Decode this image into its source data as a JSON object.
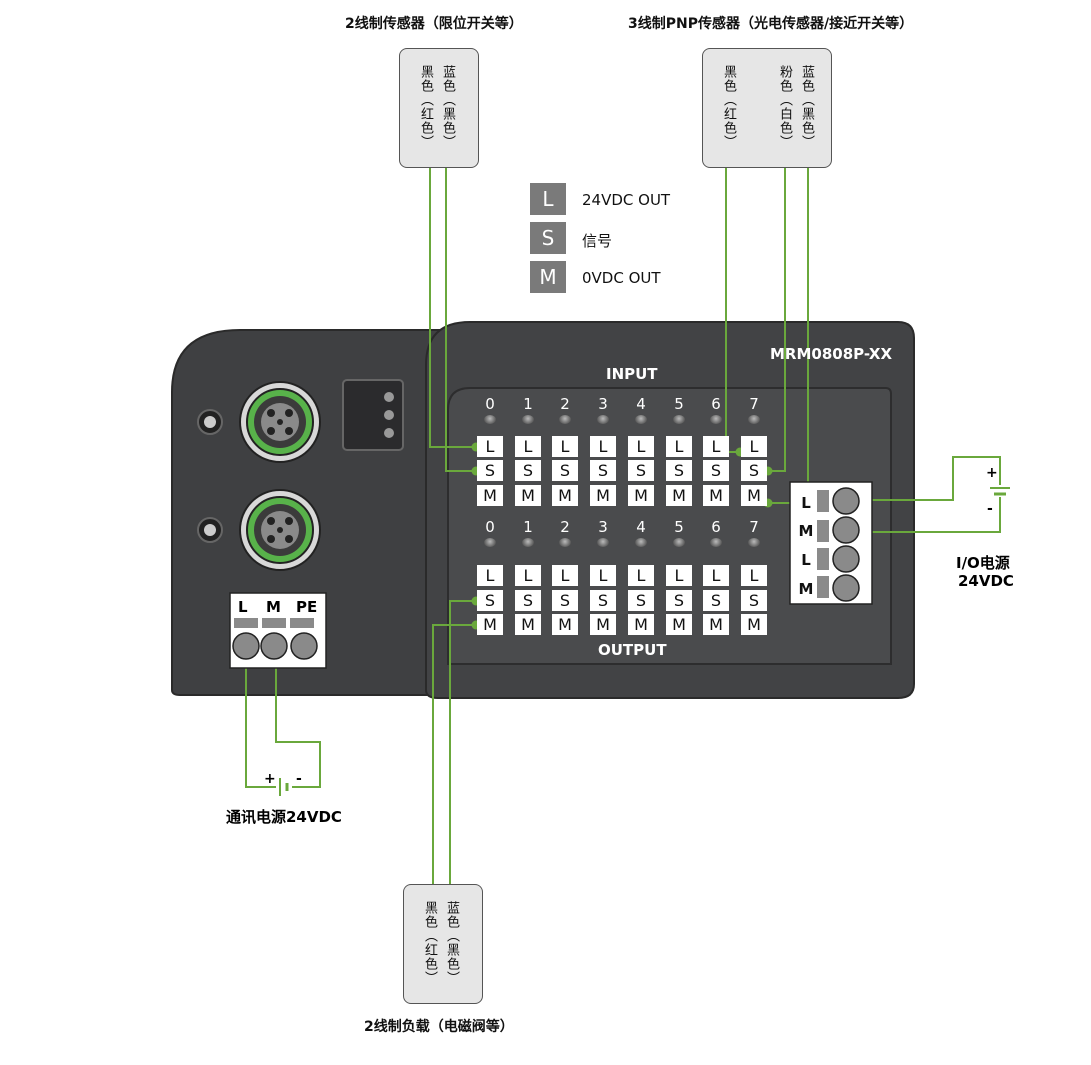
{
  "labels": {
    "two_wire_sensor": "2线制传感器（限位开关等）",
    "three_wire_sensor": "3线制PNP传感器（光电传感器/接近开关等）",
    "two_wire_load": "2线制负载（电磁阀等）",
    "comm_power": "通讯电源24VDC",
    "io_power_line1": "I/O电源",
    "io_power_line2": "24VDC",
    "model": "MRM0808P-XX",
    "input": "INPUT",
    "output": "OUTPUT"
  },
  "legend": [
    {
      "key": "L",
      "text": "24VDC OUT"
    },
    {
      "key": "S",
      "text": "信号"
    },
    {
      "key": "M",
      "text": "0VDC OUT"
    }
  ],
  "sensor_2wire": {
    "col1": "黑色（红色）",
    "col2": "蓝色（黑色）"
  },
  "sensor_3wire": {
    "col1": "黑色（红色）",
    "col2": "粉色（白色）",
    "col3": "蓝色（黑色）"
  },
  "load_2wire": {
    "col1": "黑色（红色）",
    "col2": "蓝色（黑色）"
  },
  "channels": [
    "0",
    "1",
    "2",
    "3",
    "4",
    "5",
    "6",
    "7"
  ],
  "term_letters": [
    "L",
    "S",
    "M"
  ],
  "power_terminal": [
    "L",
    "M",
    "PE"
  ],
  "io_terminal": [
    "L",
    "M",
    "L",
    "M"
  ],
  "polarity": {
    "plus": "+",
    "minus": "-"
  },
  "colors": {
    "device": "#3f4042",
    "device_dark": "#2b2b2d",
    "panel": "#4a4b4d",
    "wire": "#6aa83c",
    "connector_green": "#58b24a"
  }
}
